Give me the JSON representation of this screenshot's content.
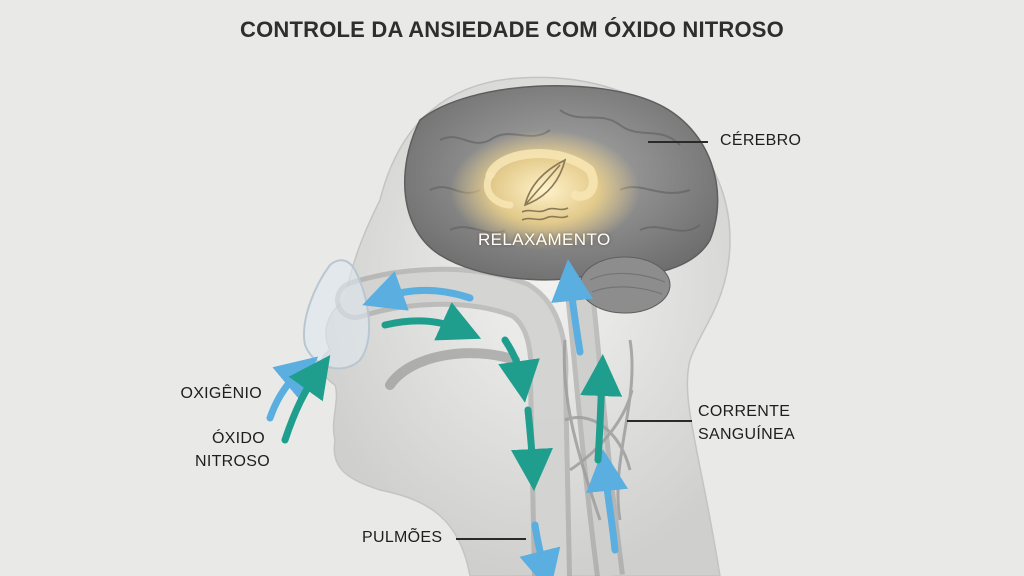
{
  "title": "CONTROLE DA ANSIEDADE COM ÓXIDO NITROSO",
  "labels": {
    "brain": "CÉREBRO",
    "relaxation": "RELAXAMENTO",
    "oxygen": "OXIGÊNIO",
    "nitrous_oxide_line1": "ÓXIDO",
    "nitrous_oxide_line2": "NITROSO",
    "bloodstream_line1": "CORRENTE",
    "bloodstream_line2": "SANGUÍNEA",
    "lungs": "PULMÕES"
  },
  "legend_colors": {
    "oxygen": "#5aaee0",
    "nitrous_oxide": "#1f9e8e",
    "relaxation_glow": "#f1d48a",
    "brain": "#8a8a8a",
    "background": "#e9e9e8"
  },
  "icons": {
    "relaxation_symbol": "feather-icon"
  }
}
